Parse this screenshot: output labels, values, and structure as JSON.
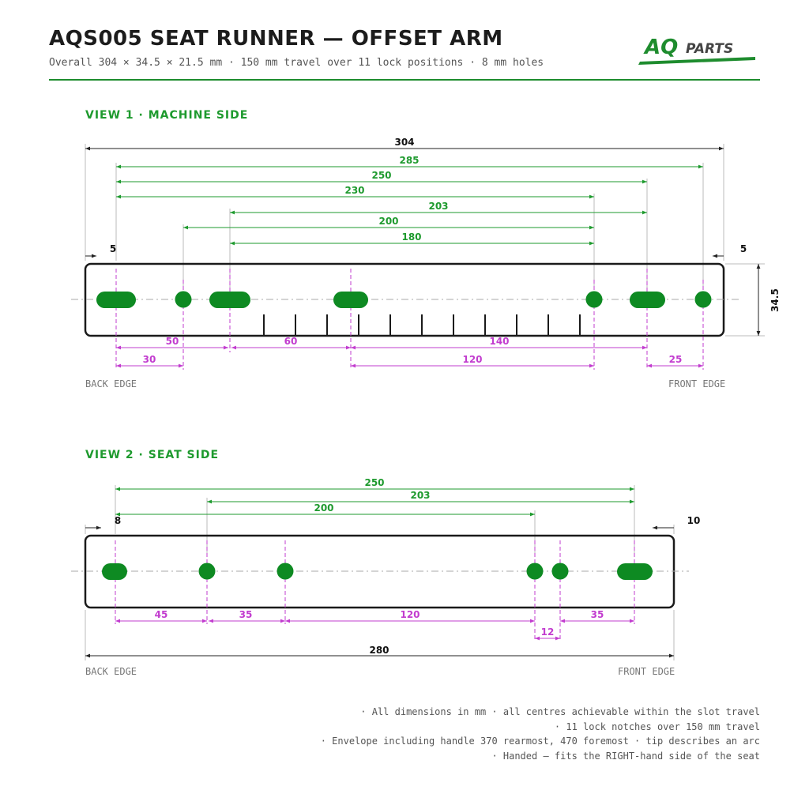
{
  "header": {
    "title": "AQS005 SEAT RUNNER — OFFSET ARM",
    "subtitle": "Overall 304 × 34.5 × 21.5 mm · 150 mm travel over 11 lock positions · 8 mm holes",
    "logo_text_aq": "AQ",
    "logo_text_parts": "PARTS",
    "accent_color": "#1e8c2e"
  },
  "view1": {
    "title": "VIEW 1 · MACHINE SIDE",
    "back_edge_label": "BACK EDGE",
    "front_edge_label": "FRONT EDGE",
    "overall_label": "304",
    "height_label": "34.5",
    "end_offset_left": "5",
    "end_offset_right": "5",
    "green_dims": [
      "285",
      "250",
      "230",
      "203",
      "200",
      "180"
    ],
    "magenta_dims_top_row": [
      "50",
      "60",
      "140"
    ],
    "magenta_dims_bottom_row": [
      "30",
      "120",
      "25"
    ],
    "notch_count": 11
  },
  "view2": {
    "title": "VIEW 2 · SEAT SIDE",
    "back_edge_label": "BACK EDGE",
    "front_edge_label": "FRONT EDGE",
    "overall_label": "280",
    "end_offset_left": "8",
    "end_offset_right": "10",
    "green_dims": [
      "250",
      "203",
      "200"
    ],
    "magenta_dims": [
      "45",
      "35",
      "120",
      "35"
    ],
    "magenta_small_dim": "12"
  },
  "colors": {
    "hole": "#0e8a22",
    "green_dim": "#1e9a2e",
    "magenta_dim": "#c23ccf",
    "outline": "#1a1a1a"
  },
  "notes": [
    "· All dimensions in mm · all centres achievable within the slot travel",
    "· 11 lock notches over 150 mm travel",
    "· Envelope including handle 370 rearmost, 470 foremost · tip describes an arc",
    "· Handed — fits the RIGHT-hand side of the seat"
  ]
}
